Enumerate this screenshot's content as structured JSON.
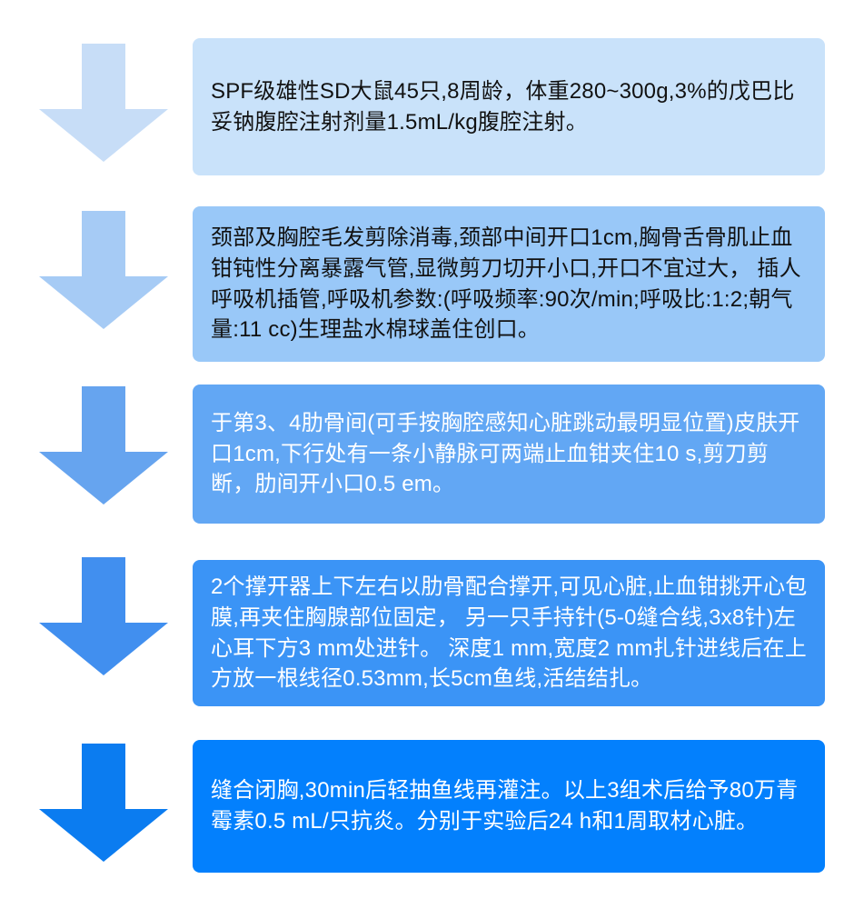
{
  "page": {
    "background_color": "#FFFFFF",
    "description_type": "vertical-flowchart"
  },
  "flowchart": {
    "steps": [
      {
        "text": "SPF级雄性SD大鼠45只,8周龄，体重280~300g,3%的戊巴比妥钠腹腔注射剂量1.5mL/kg腹腔注射。",
        "box_color": "#C9E2FA",
        "arrow_color": "#C7DDF7",
        "text_color": "#111111"
      },
      {
        "text": "颈部及胸腔毛发剪除消毒,颈部中间开口1cm,胸骨舌骨肌止血钳钝性分离暴露气管,显微剪刀切开小口,开口不宜过大， 插人呼吸机插管,呼吸机参数:(呼吸频率:90次/min;呼吸比:1:2;朝气量:11 cc)生理盐水棉球盖住创口。",
        "box_color": "#99C8F8",
        "arrow_color": "#A6CBF5",
        "text_color": "#111111"
      },
      {
        "text": "于第3、4肋骨间(可手按胸腔感知心脏跳动最明显位置)皮肤开口1cm,下行处有一条小静脉可两端止血钳夹住10 s,剪刀剪断，肋间开小口0.5 em。",
        "box_color": "#62A7F4",
        "arrow_color": "#66A4EF",
        "text_color": "#FFFFFF"
      },
      {
        "text": "2个撑开器上下左右以肋骨配合撑开,可见心脏,止血钳挑开心包膜,再夹住胸腺部位固定， 另一只手持针(5-0缝合线,3x8针)左心耳下方3 mm处进针。 深度1 mm,宽度2 mm扎针进线后在上方放一根线径0.53mm,长5cm鱼线,活结结扎。",
        "box_color": "#3B94F6",
        "arrow_color": "#418FEF",
        "text_color": "#FFFFFF"
      },
      {
        "text": "缝合闭胸,30min后轻抽鱼线再灌注。以上3组术后给予80万青霉素0.5 mL/只抗炎。分别于实验后24 h和1周取材心脏。",
        "box_color": "#0380FD",
        "arrow_color": "#0B7CF0",
        "text_color": "#FFFFFF"
      }
    ]
  }
}
